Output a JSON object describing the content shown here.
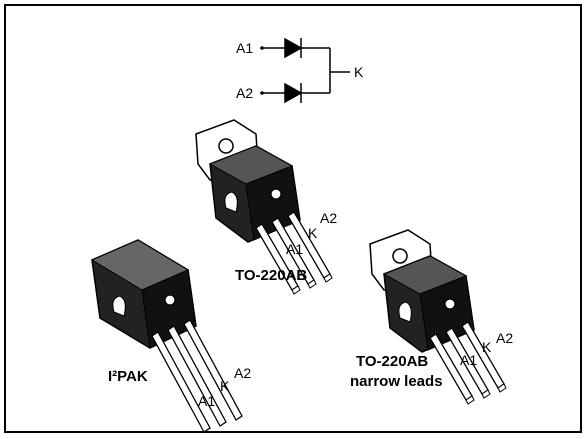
{
  "schematic": {
    "anode1": "A1",
    "anode2": "A2",
    "cathode": "K"
  },
  "packages": {
    "to220ab": {
      "name": "TO-220AB",
      "pin_a1": "A1",
      "pin_k": "K",
      "pin_a2": "A2"
    },
    "i2pak": {
      "name": "I²PAK",
      "pin_a1": "A1",
      "pin_k": "K",
      "pin_a2": "A2"
    },
    "to220ab_narrow": {
      "name": "TO-220AB",
      "subtitle": "narrow leads",
      "pin_a1": "A1",
      "pin_k": "K",
      "pin_a2": "A2"
    }
  }
}
